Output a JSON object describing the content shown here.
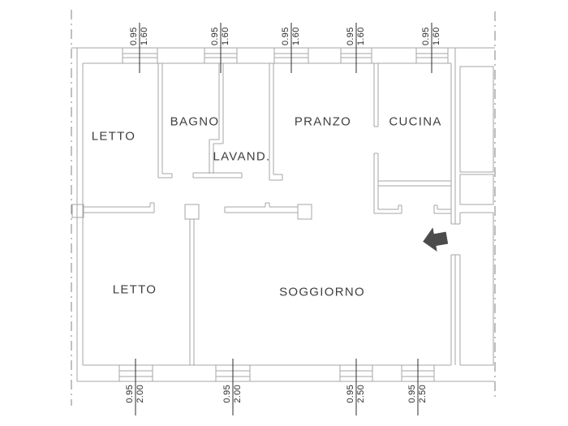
{
  "drawing": {
    "type": "apartment-floor-plan",
    "rooms": [
      {
        "id": "letto-1",
        "label": "LETTO"
      },
      {
        "id": "bagno",
        "label": "BAGNO"
      },
      {
        "id": "lavanderia",
        "label": "LAVAND."
      },
      {
        "id": "pranzo",
        "label": "PRANZO"
      },
      {
        "id": "cucina",
        "label": "CUCINA"
      },
      {
        "id": "letto-2",
        "label": "LETTO"
      },
      {
        "id": "soggiorno",
        "label": "SOGGIORNO"
      }
    ],
    "window_dimensions_top": [
      {
        "width": "0.95",
        "height": "1.60"
      },
      {
        "width": "0.95",
        "height": "1.60"
      },
      {
        "width": "0.95",
        "height": "1.60"
      },
      {
        "width": "0.95",
        "height": "1.60"
      },
      {
        "width": "0.95",
        "height": "1.60"
      }
    ],
    "window_dimensions_bottom": [
      {
        "width": "0.95",
        "height": "2.00"
      },
      {
        "width": "0.95",
        "height": "2.00"
      },
      {
        "width": "0.95",
        "height": "2.50"
      },
      {
        "width": "0.95",
        "height": "2.50"
      }
    ],
    "icons": [
      {
        "name": "entrance-arrow",
        "direction": "left"
      }
    ],
    "colors": {
      "wall": "#a5a5a5",
      "boundary": "#808080",
      "dimension_line": "#2d2d2d",
      "label_text": "#3f3f3f",
      "arrow": "#4b4b4b",
      "background": "#ffffff"
    }
  }
}
